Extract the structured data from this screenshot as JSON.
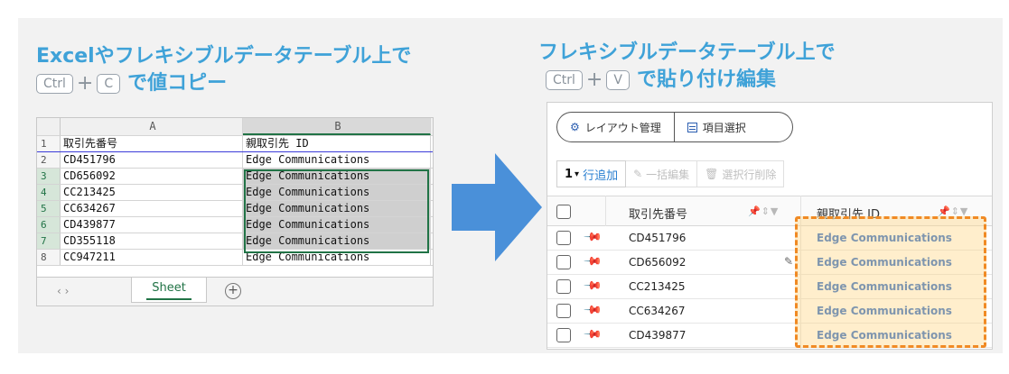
{
  "left_heading": {
    "line1": "Excelやフレキシブルデータテーブル上で",
    "key_ctrl": "Ctrl",
    "plus": "+",
    "key_c": "C",
    "action": "で値コピー"
  },
  "right_heading": {
    "line1": "フレキシブルデータテーブル上で",
    "key_ctrl": "Ctrl",
    "plus": "+",
    "key_v": "V",
    "action": "で貼り付け編集"
  },
  "excel": {
    "col_a": "A",
    "col_b": "B",
    "rows": [
      {
        "num": "1",
        "a": "取引先番号",
        "b": "親取引先 ID"
      },
      {
        "num": "2",
        "a": "CD451796",
        "b": "Edge Communications"
      },
      {
        "num": "3",
        "a": "CD656092",
        "b": "Edge Communications"
      },
      {
        "num": "4",
        "a": "CC213425",
        "b": "Edge Communications"
      },
      {
        "num": "5",
        "a": "CC634267",
        "b": "Edge Communications"
      },
      {
        "num": "6",
        "a": "CD439877",
        "b": "Edge Communications"
      },
      {
        "num": "7",
        "a": "CD355118",
        "b": "Edge Communications"
      },
      {
        "num": "8",
        "a": "CC947211",
        "b": "Edge Communications"
      }
    ],
    "nav": "‹   ›",
    "sheet_tab": "Sheet",
    "add_sheet": "+",
    "selection_color": "#217346"
  },
  "flex_table": {
    "layout_label": "レイアウト管理",
    "columns_label": "項目選択",
    "add_count": "1",
    "add_label": "行追加",
    "bulk_edit_label": "一括編集",
    "delete_label": "選択行削除",
    "header_col1": "取引先番号",
    "header_col2": "親取引先 ID",
    "rows": [
      {
        "id": "CD451796",
        "parent": "Edge Communications"
      },
      {
        "id": "CD656092",
        "parent": "Edge Communications"
      },
      {
        "id": "CC213425",
        "parent": "Edge Communications"
      },
      {
        "id": "CC634267",
        "parent": "Edge Communications"
      },
      {
        "id": "CD439877",
        "parent": "Edge Communications"
      }
    ],
    "accent_color": "#2266cc",
    "paste_highlight_color": "#f08a24"
  },
  "arrow_color": "#4a90d9"
}
